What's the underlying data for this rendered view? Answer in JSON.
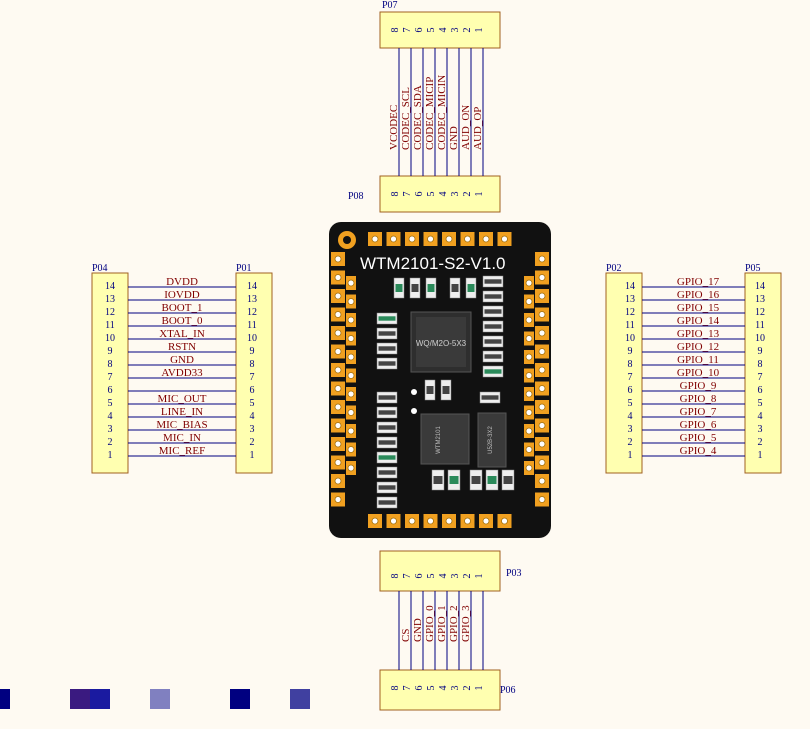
{
  "colors": {
    "background": "#fefaf2",
    "connector_fill": "#ffffb0",
    "connector_stroke": "#a06020",
    "wire": "#000080",
    "net_label": "#800000",
    "designator": "#000080",
    "pcb": "#111111",
    "pad": "#f0a020",
    "chip": "#3a3a3a"
  },
  "board": {
    "title": "WTM2101-S2-V1.0",
    "main_chip": "WQ/M2O-5X3",
    "chip_2": "WTM2101",
    "chip_3": "U52B-3X2"
  },
  "designators": {
    "top_upper": "P07",
    "top_lower": "P08",
    "left_outer": "P04",
    "left_inner": "P01",
    "right_outer": "P02",
    "right_inner": "P05",
    "bottom_upper": "P03",
    "bottom_lower": "P06"
  },
  "left_pins": {
    "numbers": [
      "14",
      "13",
      "12",
      "11",
      "10",
      "9",
      "8",
      "7",
      "6",
      "5",
      "4",
      "3",
      "2",
      "1"
    ],
    "nets": [
      "DVDD",
      "IOVDD",
      "BOOT_1",
      "BOOT_0",
      "XTAL_IN",
      "RSTN",
      "GND",
      "AVDD33",
      "",
      "MIC_OUT",
      "LINE_IN",
      "MIC_BIAS",
      "MIC_IN",
      "MIC_REF"
    ]
  },
  "right_pins": {
    "numbers": [
      "14",
      "13",
      "12",
      "11",
      "10",
      "9",
      "8",
      "7",
      "6",
      "5",
      "4",
      "3",
      "2",
      "1"
    ],
    "nets": [
      "GPIO_17",
      "GPIO_16",
      "GPIO_15",
      "GPIO_14",
      "GPIO_13",
      "GPIO_12",
      "GPIO_11",
      "GPIO_10",
      "GPIO_9",
      "GPIO_8",
      "GPIO_7",
      "GPIO_6",
      "GPIO_5",
      "GPIO_4"
    ]
  },
  "top_pins": {
    "numbers": [
      "8",
      "7",
      "6",
      "5",
      "4",
      "3",
      "2",
      "1"
    ],
    "nets": [
      "VCODEC",
      "CODEC_SCL",
      "CODEC_SDA",
      "CODEC_MICIP",
      "CODEC_MICIN",
      "GND",
      "AUD_ON",
      "AUD_OP"
    ]
  },
  "bottom_pins": {
    "numbers": [
      "8",
      "7",
      "6",
      "5",
      "4",
      "3",
      "2",
      "1"
    ],
    "nets": [
      "",
      "CS",
      "GND",
      "GPIO_0",
      "GPIO_1",
      "GPIO_2",
      "GPIO_3",
      ""
    ]
  },
  "palette_swatches": [
    "#000080",
    "#3a1a80",
    "#1a1aa0",
    "#8080c0",
    "#000080",
    "#4040a0"
  ]
}
